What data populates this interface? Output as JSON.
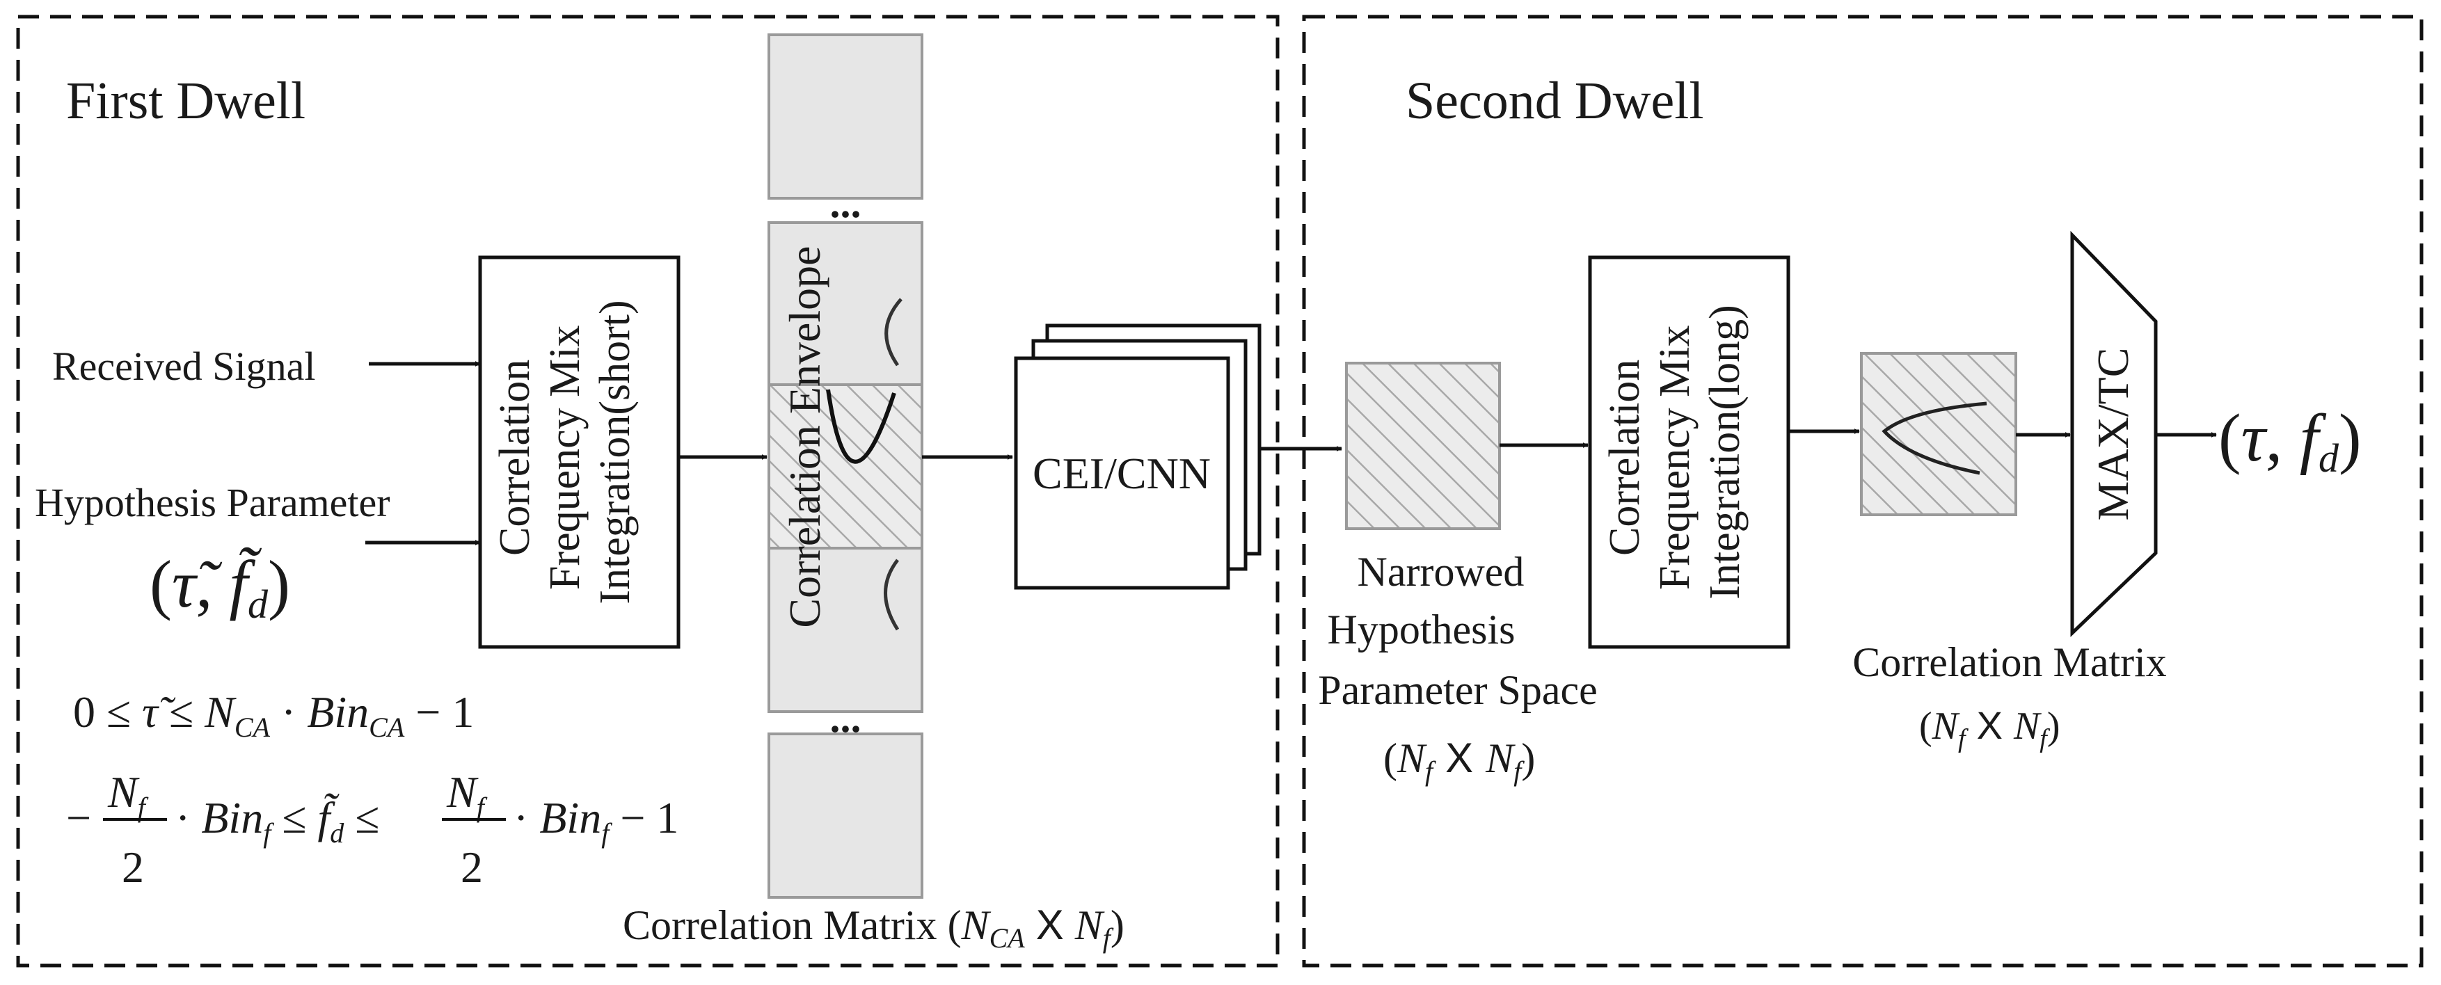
{
  "panels": {
    "first_title": "First Dwell",
    "second_title": "Second Dwell"
  },
  "inputs": {
    "received_signal": "Received Signal",
    "hypothesis_parameter": "Hypothesis Parameter"
  },
  "blocks": {
    "short_integration": [
      "Correlation",
      "Frequency Mix",
      "Integration(short)"
    ],
    "correlation_envelope": "Correlation Envelope",
    "cei_cnn": "CEI/CNN",
    "long_integration": [
      "Correlation",
      "Frequency Mix",
      "Integration(long)"
    ],
    "max_tc": "MAX/TC"
  },
  "labels": {
    "matrix_first": "Correlation Matrix",
    "matrix_first_dims": [
      "N",
      "CA",
      "X",
      "N",
      "f"
    ],
    "narrowed_space": [
      "Narrowed",
      "Hypothesis",
      "Parameter Space"
    ],
    "narrowed_dims": [
      "N",
      "f",
      "X",
      "N",
      "f"
    ],
    "matrix_second": "Correlation Matrix",
    "matrix_second_dims": [
      "N",
      "f",
      "X",
      "N",
      "f"
    ],
    "ellipsis": "..."
  },
  "math": {
    "hyp_tau": "τ̃",
    "hyp_f": "f̃",
    "hyp_sub": "d",
    "tau_range": [
      "0 ≤ ",
      "τ̃",
      " ≤ ",
      "N",
      "CA",
      " · ",
      "Bin",
      "CA",
      " − 1"
    ],
    "freq_range_parts": [
      "−",
      "N",
      "f",
      "2",
      "· ",
      "Bin",
      "f",
      " ≤ ",
      "f̃",
      "d",
      " ≤ ",
      "N",
      "f",
      "2",
      "· ",
      "Bin",
      "f",
      " − 1"
    ],
    "output_tau": "τ",
    "output_f": "f",
    "output_sub": "d"
  }
}
